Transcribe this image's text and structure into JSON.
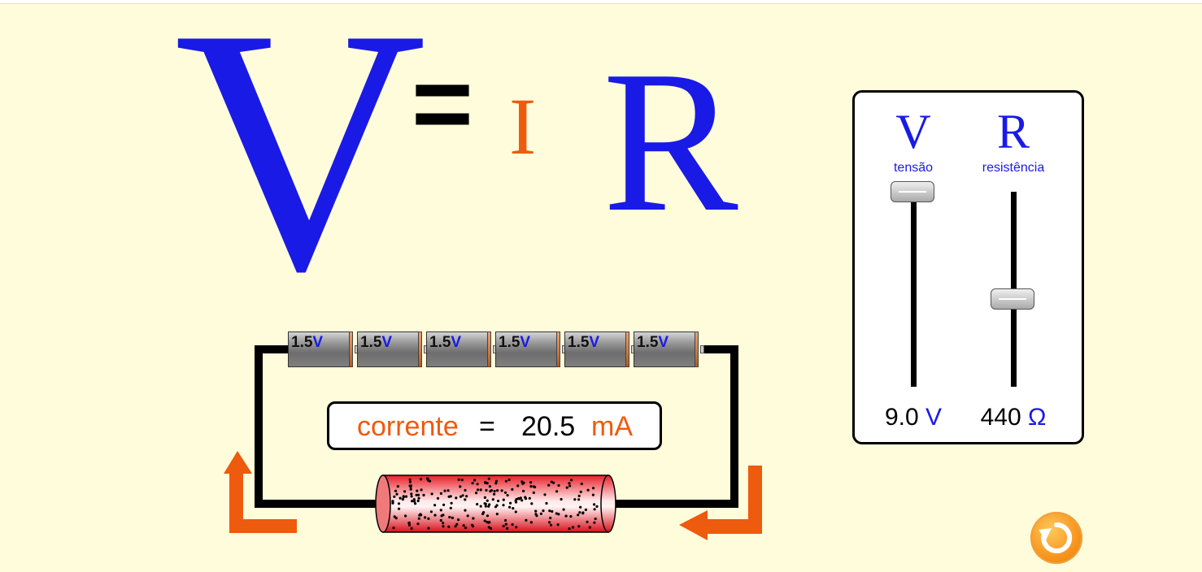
{
  "equation": {
    "v": "V",
    "equals": "=",
    "i": "I",
    "r": "R"
  },
  "controls": {
    "voltage": {
      "letter": "V",
      "label": "tensão",
      "value": "9.0",
      "unit": "V",
      "slider_fraction": 1.0
    },
    "resistance": {
      "letter": "R",
      "label": "resistência",
      "value": "440",
      "unit": "Ω",
      "slider_fraction": 0.45
    }
  },
  "batteries": [
    {
      "value": "1.5",
      "unit": "V"
    },
    {
      "value": "1.5",
      "unit": "V"
    },
    {
      "value": "1.5",
      "unit": "V"
    },
    {
      "value": "1.5",
      "unit": "V"
    },
    {
      "value": "1.5",
      "unit": "V"
    },
    {
      "value": "1.5",
      "unit": "V"
    }
  ],
  "current": {
    "label": "corrente",
    "equals": "=",
    "value": "20.5",
    "unit": "mA"
  },
  "colors": {
    "blue": "#1a1ae6",
    "orange": "#ee5a0e",
    "background": "#fefcdb"
  },
  "icons": {
    "reset": "reset-icon",
    "flow_arrows": "current-flow-arrow-icon"
  }
}
